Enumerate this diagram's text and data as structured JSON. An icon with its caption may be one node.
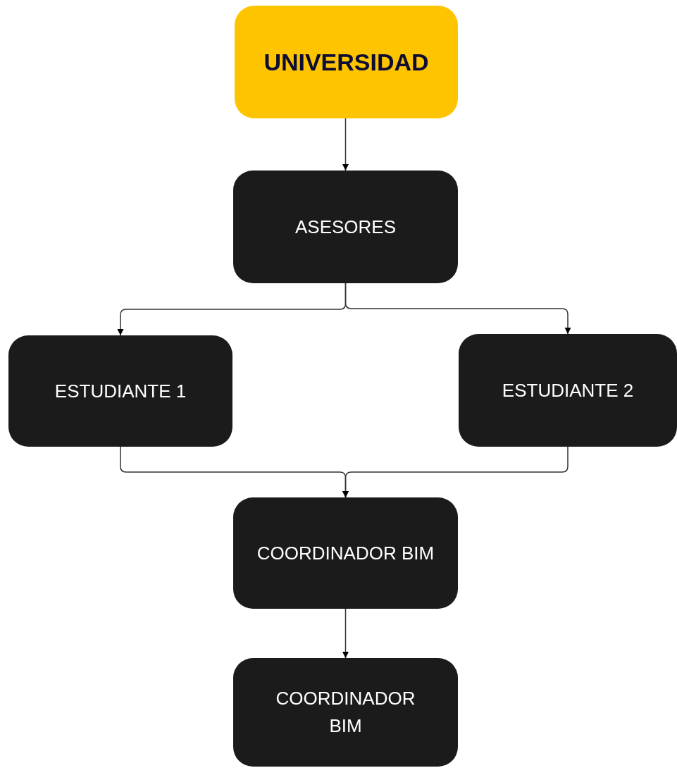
{
  "diagram": {
    "nodes": [
      {
        "text": [
          "UNIVERSIDAD"
        ]
      },
      {
        "text": [
          "ASESORES"
        ]
      },
      {
        "text": [
          "ESTUDIANTE 1"
        ]
      },
      {
        "text": [
          "ESTUDIANTE 2"
        ]
      },
      {
        "text": [
          "COORDINADOR BIM"
        ]
      },
      {
        "text": [
          "COORDINADOR BIM"
        ]
      }
    ],
    "edges": [
      {
        "from": 0,
        "to": 1,
        "arrow": "to"
      },
      {
        "from": 1,
        "to": 2,
        "arrow": "to"
      },
      {
        "from": 1,
        "to": 3,
        "arrow": "to"
      },
      {
        "from": 2,
        "to": 4,
        "arrow": "to"
      },
      {
        "from": 3,
        "to": 4,
        "arrow": "to"
      },
      {
        "from": 4,
        "to": 5,
        "arrow": "to"
      }
    ]
  }
}
